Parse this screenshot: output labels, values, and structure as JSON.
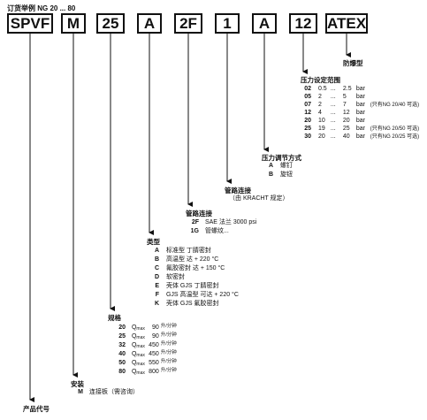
{
  "title": "订货举例 NG 20 ... 80",
  "code_boxes": [
    "SPVF",
    "M",
    "25",
    "A",
    "2F",
    "1",
    "A",
    "12",
    "ATEX"
  ],
  "sections": {
    "product_code": {
      "heading": "产品代号"
    },
    "mounting": {
      "heading": "安装",
      "items": [
        {
          "code": "M",
          "desc": "连接板（需咨询）"
        }
      ]
    },
    "size": {
      "heading": "规格",
      "items": [
        {
          "code": "20",
          "q": "Q",
          "sub": "max",
          "value": "90",
          "unit": "升/分钟"
        },
        {
          "code": "25",
          "q": "Q",
          "sub": "max",
          "value": "90",
          "unit": "升/分钟"
        },
        {
          "code": "32",
          "q": "Q",
          "sub": "max",
          "value": "450",
          "unit": "升/分钟"
        },
        {
          "code": "40",
          "q": "Q",
          "sub": "max",
          "value": "450",
          "unit": "升/分钟"
        },
        {
          "code": "50",
          "q": "Q",
          "sub": "max",
          "value": "550",
          "unit": "升/分钟"
        },
        {
          "code": "80",
          "q": "Q",
          "sub": "max",
          "value": "800",
          "unit": "升/分钟"
        }
      ]
    },
    "type": {
      "heading": "类型",
      "items": [
        {
          "code": "A",
          "desc": "标准型 丁腈密封"
        },
        {
          "code": "B",
          "desc": "高温型 达 + 220 °C"
        },
        {
          "code": "C",
          "desc": "氟胶密封 达 + 150 °C"
        },
        {
          "code": "D",
          "desc": "软密封"
        },
        {
          "code": "E",
          "desc": "壳体 GJS 丁腈密封"
        },
        {
          "code": "F",
          "desc": "GJS 高温型 可达 + 220 °C"
        },
        {
          "code": "K",
          "desc": "壳体 GJS 氟胶密封"
        }
      ]
    },
    "pipe_connection": {
      "heading": "管路连接",
      "items": [
        {
          "code": "2F",
          "desc": "SAE 法兰 3000 psi"
        },
        {
          "code": "1G",
          "desc": "管螺纹..."
        }
      ]
    },
    "pipe_connection_kracht": {
      "heading": "管路连接",
      "note": "（由 KRACHT 规定）"
    },
    "pressure_adjust": {
      "heading": "压力调节方式",
      "items": [
        {
          "code": "A",
          "desc": "螺钉"
        },
        {
          "code": "B",
          "desc": "旋钮"
        }
      ]
    },
    "pressure_range": {
      "heading": "压力设定范围",
      "items": [
        {
          "code": "02",
          "min": "0.5",
          "sep": "...",
          "max": "2.5",
          "unit": "bar",
          "note": ""
        },
        {
          "code": "05",
          "min": "2",
          "sep": "...",
          "max": "5",
          "unit": "bar",
          "note": ""
        },
        {
          "code": "07",
          "min": "2",
          "sep": "...",
          "max": "7",
          "unit": "bar",
          "note": "(只有NG 20/40 可选)"
        },
        {
          "code": "12",
          "min": "4",
          "sep": "...",
          "max": "12",
          "unit": "bar",
          "note": ""
        },
        {
          "code": "20",
          "min": "10",
          "sep": "...",
          "max": "20",
          "unit": "bar",
          "note": ""
        },
        {
          "code": "25",
          "min": "19",
          "sep": "...",
          "max": "25",
          "unit": "bar",
          "note": "(只有NG 20/50 可选)"
        },
        {
          "code": "30",
          "min": "20",
          "sep": "...",
          "max": "40",
          "unit": "bar",
          "note": "(只有NG 20/25 可选)"
        }
      ]
    },
    "atex": {
      "heading": "防爆型"
    }
  }
}
